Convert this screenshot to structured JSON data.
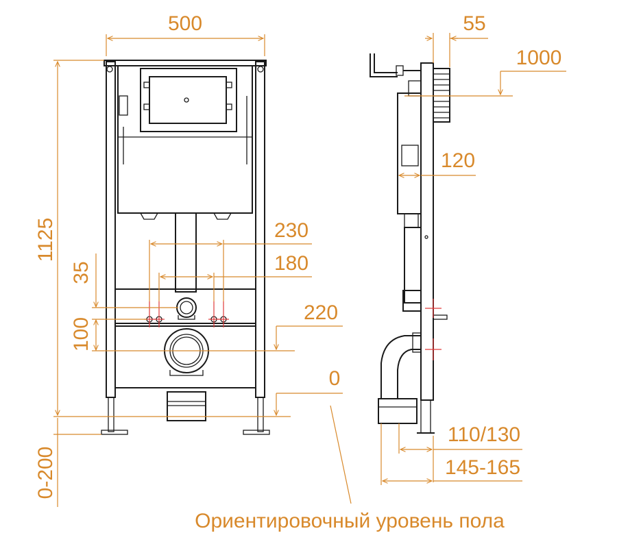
{
  "colors": {
    "dimension": "#d8892b",
    "outline": "#1a1a1a",
    "crosshair": "#e03a3a"
  },
  "front_view": {
    "width_label": "500",
    "height_label": "1125",
    "adjust_label": "0-200",
    "spacing_outer_label": "230",
    "spacing_inner_label": "180",
    "vertical_35_label": "35",
    "vertical_100_label": "100",
    "level_220_label": "220",
    "level_0_label": "0"
  },
  "side_view": {
    "depth_55_label": "55",
    "height_1000_label": "1000",
    "offset_120_label": "120",
    "pipe_label": "110/130",
    "depth_range_label": "145-165"
  },
  "caption": "Ориентировочный уровень пола"
}
